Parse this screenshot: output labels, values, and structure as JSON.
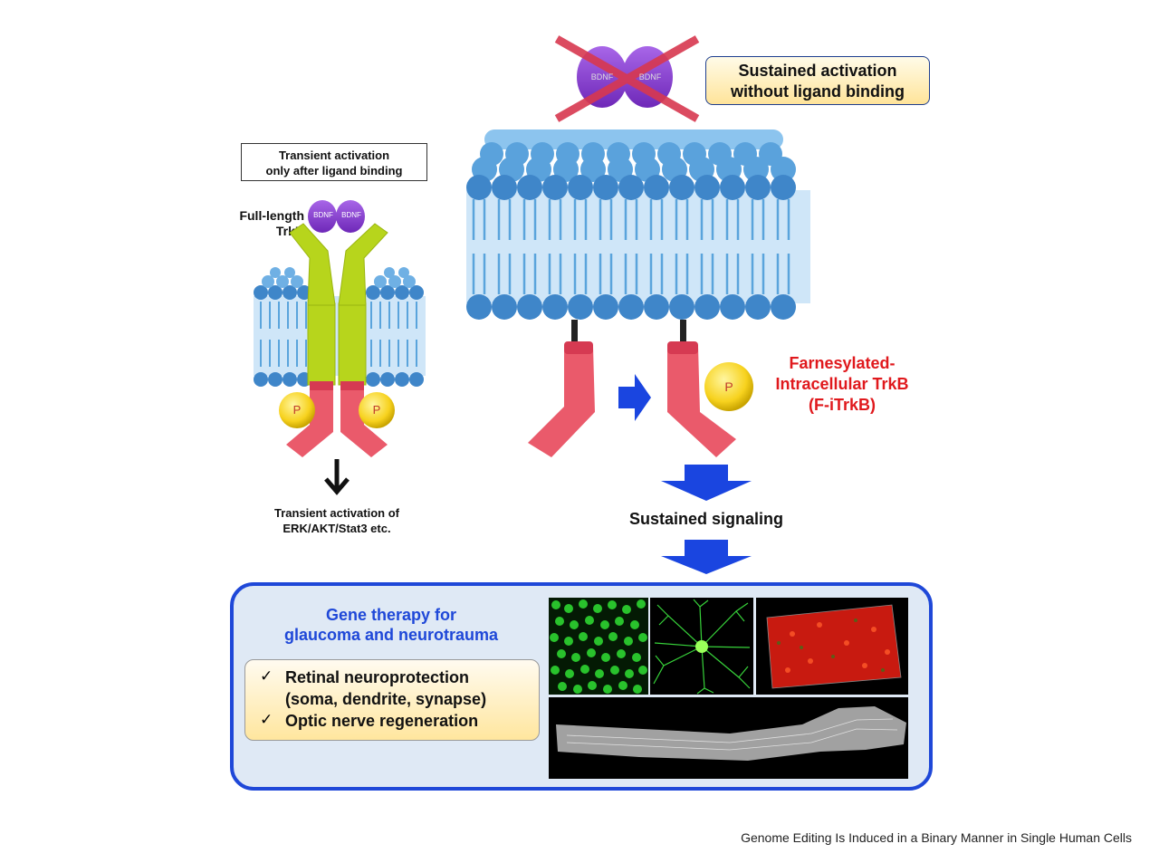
{
  "left_note": {
    "line1": "Transient activation",
    "line2": "only after ligand binding"
  },
  "full_length_label": {
    "line1": "Full-length",
    "line2": "TrkB"
  },
  "bdnf_label": "BDNF",
  "phospho_label": "P",
  "left_outcome": {
    "line1": "Transient activation of",
    "line2": "ERK/AKT/Stat3 etc."
  },
  "right_note": {
    "line1": "Sustained activation",
    "line2": "without ligand binding"
  },
  "f_itrkb_label": {
    "line1": "Farnesylated-",
    "line2": "Intracellular TrkB",
    "line3": "(F-iTrkB)"
  },
  "sustained_signaling": "Sustained signaling",
  "therapy": {
    "title_line1": "Gene therapy for",
    "title_line2": "glaucoma and neurotrauma",
    "items": [
      "Retinal neuroprotection",
      "(soma, dendrite, synapse)",
      "Optic nerve regeneration"
    ],
    "check": "✓"
  },
  "caption": "Genome Editing Is Induced in a Binary Manner in Single Human Cells",
  "colors": {
    "membrane_head": "#3f86c9",
    "membrane_tail": "#cfe6f8",
    "receptor": "#b7d51c",
    "kinase": "#ea5a6b",
    "phosphate": "#f7d21e",
    "bdnf": "#8a3fd0",
    "arrow_blue": "#1a45e0",
    "cross": "#d8384f"
  }
}
